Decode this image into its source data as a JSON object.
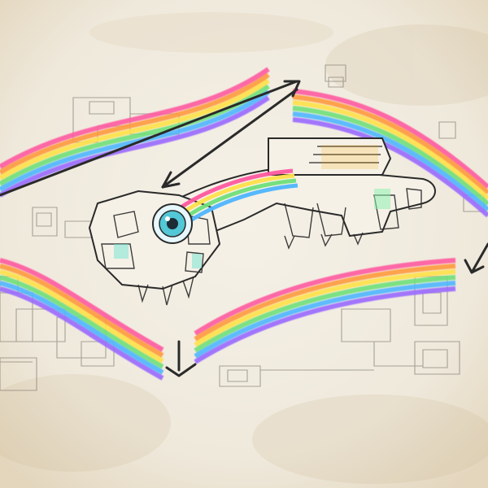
{
  "scene": {
    "subject": "rainbow-beam-device-sketch",
    "colors": {
      "paper": "#efe9dc",
      "paper_edge": "#e3d6bd",
      "ink": "#2a2a2a",
      "faint_ink": "#7f7a70",
      "rainbow": [
        "#ff5aa0",
        "#ff9a3c",
        "#ffe14a",
        "#6fe07a",
        "#4fb6ff",
        "#9a6bff"
      ]
    },
    "icons": [
      "arrow-icon",
      "rainbow-beam",
      "lens-eye",
      "blueprint-block"
    ]
  }
}
